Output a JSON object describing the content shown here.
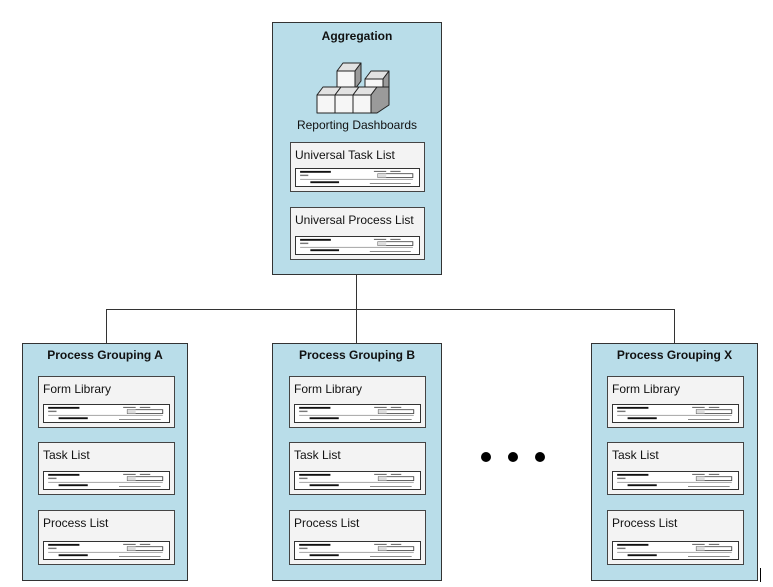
{
  "aggregation": {
    "title": "Aggregation",
    "caption": "Reporting Dashboards",
    "icon": "stacked-cubes-icon",
    "cards": [
      {
        "label": "Universal Task List"
      },
      {
        "label": "Universal Process List"
      }
    ]
  },
  "groups": [
    {
      "title": "Process Grouping A",
      "cards": [
        {
          "label": "Form Library"
        },
        {
          "label": "Task List"
        },
        {
          "label": "Process List"
        }
      ]
    },
    {
      "title": "Process Grouping B",
      "cards": [
        {
          "label": "Form Library"
        },
        {
          "label": "Task List"
        },
        {
          "label": "Process List"
        }
      ]
    },
    {
      "title": "Process Grouping X",
      "cards": [
        {
          "label": "Form Library"
        },
        {
          "label": "Task List"
        },
        {
          "label": "Process List"
        }
      ]
    }
  ],
  "colors": {
    "box_fill": "#b9dde9",
    "card_fill": "#f3f3f3",
    "line": "#333333"
  }
}
